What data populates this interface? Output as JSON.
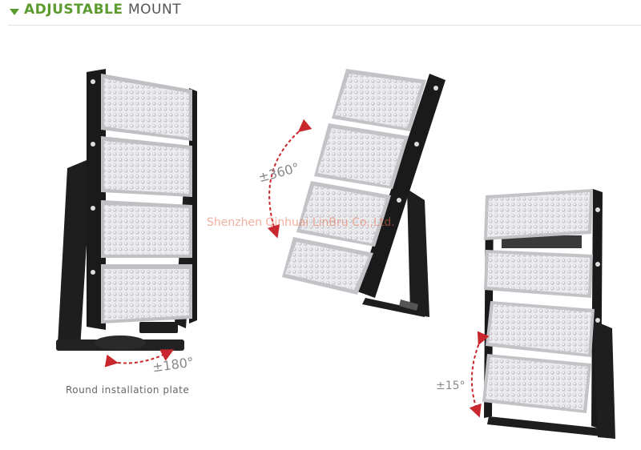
{
  "header": {
    "title_bold": "ADJUSTABLE",
    "title_regular": "MOUNT",
    "accent_color": "#5c9b2e"
  },
  "images": {
    "left": {
      "caption": "Round installation plate",
      "angle_label": "±180°",
      "icon": "floodlight-round-plate"
    },
    "middle": {
      "angle_label": "±360°",
      "icon": "floodlight-rotated"
    },
    "right": {
      "angle_label": "±15°",
      "icon": "floodlight-tilted-modules"
    }
  },
  "watermark": "Shenzhen Qinhuai LinBru Co.,Ltd.",
  "colors": {
    "arrow_red": "#c8282d",
    "fixture_black": "#1e1e1e",
    "led_panel": "#e9e9ec"
  }
}
